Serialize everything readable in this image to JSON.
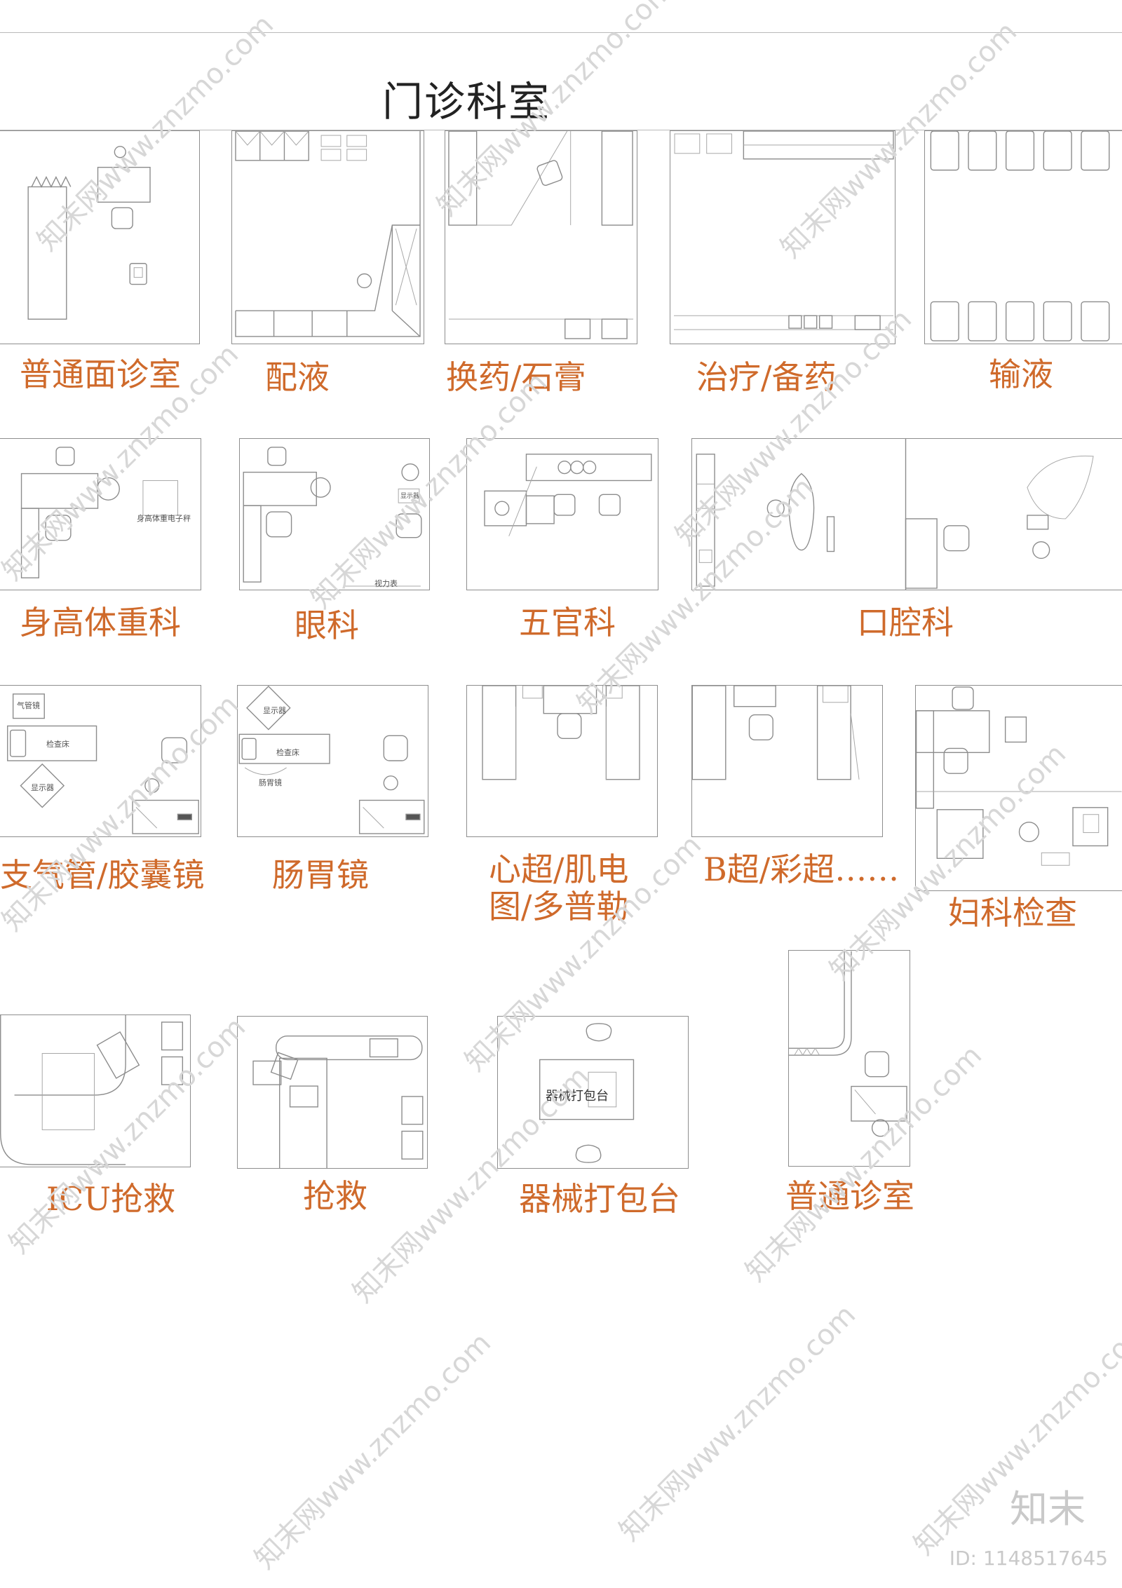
{
  "sheet": {
    "title": "门诊科室"
  },
  "rooms": [
    {
      "id": "r1",
      "label": "普通面诊室"
    },
    {
      "id": "r2",
      "label": "配液"
    },
    {
      "id": "r3",
      "label": "换药/石膏"
    },
    {
      "id": "r4",
      "label": "治疗/备药"
    },
    {
      "id": "r5",
      "label": "输液"
    },
    {
      "id": "r6",
      "label": "身高体重科",
      "inner_text": "身高体重电子秤"
    },
    {
      "id": "r7",
      "label": "眼科",
      "inner_text": "视力表",
      "inner_text_2": "显示器"
    },
    {
      "id": "r8",
      "label": "五官科"
    },
    {
      "id": "r9",
      "label": "口腔科"
    },
    {
      "id": "r10",
      "label": "支气管/胶囊镜",
      "inner_text": "气管镜",
      "inner_text_2": "检查床",
      "inner_text_3": "显示器"
    },
    {
      "id": "r11",
      "label": "肠胃镜",
      "inner_text": "显示器",
      "inner_text_2": "检查床",
      "inner_text_3": "肠胃镜"
    },
    {
      "id": "r12",
      "label": "心超/肌电图/多普勒"
    },
    {
      "id": "r13",
      "label": "B超/彩超……"
    },
    {
      "id": "r14",
      "label": "妇科检查"
    },
    {
      "id": "r15",
      "label": "ICU抢救"
    },
    {
      "id": "r16",
      "label": "抢救"
    },
    {
      "id": "r17",
      "label": "器械打包台",
      "inner_text": "器械打包台"
    },
    {
      "id": "r18",
      "label": "普通诊室"
    }
  ],
  "watermark": {
    "text": "知末网www.znzmo.com",
    "brand": "知末",
    "id": "ID: 1148517645"
  },
  "colors": {
    "label": "#cf6a2b",
    "line": "#8c8c8c",
    "watermark": "#c9c9c9"
  }
}
